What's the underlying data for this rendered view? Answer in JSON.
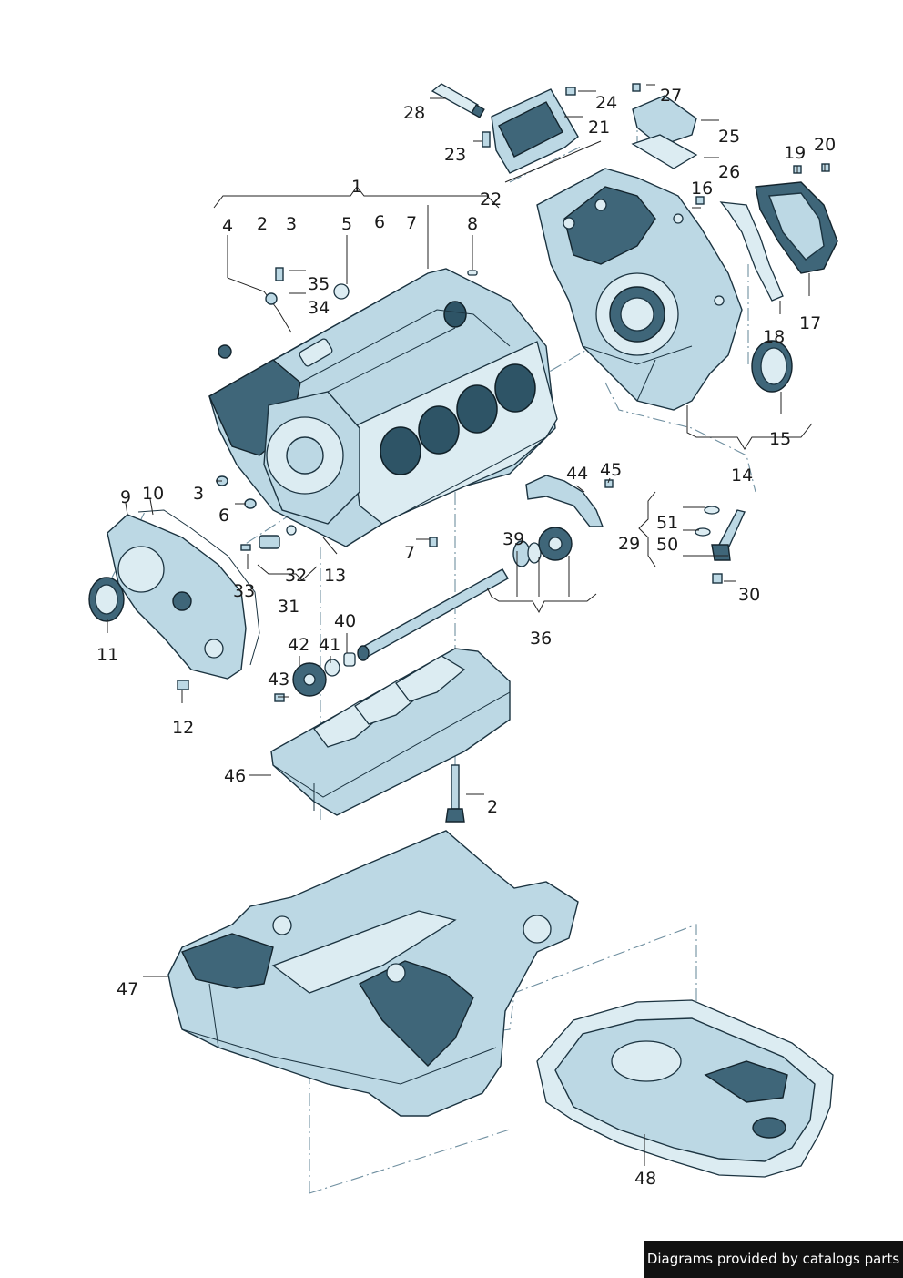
{
  "diagram": {
    "callouts": [
      {
        "id": "c1",
        "text": "1"
      },
      {
        "id": "c2",
        "text": "2"
      },
      {
        "id": "c3",
        "text": "3"
      },
      {
        "id": "c4",
        "text": "4"
      },
      {
        "id": "c5",
        "text": "5"
      },
      {
        "id": "c6",
        "text": "6"
      },
      {
        "id": "c7",
        "text": "7"
      },
      {
        "id": "c8",
        "text": "8"
      },
      {
        "id": "c2b",
        "text": "2"
      },
      {
        "id": "c3b",
        "text": "3"
      },
      {
        "id": "c6b",
        "text": "6"
      },
      {
        "id": "c7b",
        "text": "7"
      },
      {
        "id": "c9",
        "text": "9"
      },
      {
        "id": "c10",
        "text": "10"
      },
      {
        "id": "c11",
        "text": "11"
      },
      {
        "id": "c12",
        "text": "12"
      },
      {
        "id": "c13",
        "text": "13"
      },
      {
        "id": "c14",
        "text": "14"
      },
      {
        "id": "c15",
        "text": "15"
      },
      {
        "id": "c16",
        "text": "16"
      },
      {
        "id": "c17",
        "text": "17"
      },
      {
        "id": "c18",
        "text": "18"
      },
      {
        "id": "c19",
        "text": "19"
      },
      {
        "id": "c20",
        "text": "20"
      },
      {
        "id": "c21",
        "text": "21"
      },
      {
        "id": "c22",
        "text": "22"
      },
      {
        "id": "c23",
        "text": "23"
      },
      {
        "id": "c24",
        "text": "24"
      },
      {
        "id": "c25",
        "text": "25"
      },
      {
        "id": "c26",
        "text": "26"
      },
      {
        "id": "c27",
        "text": "27"
      },
      {
        "id": "c28",
        "text": "28"
      },
      {
        "id": "c29",
        "text": "29"
      },
      {
        "id": "c30",
        "text": "30"
      },
      {
        "id": "c31",
        "text": "31"
      },
      {
        "id": "c32",
        "text": "32"
      },
      {
        "id": "c33",
        "text": "33"
      },
      {
        "id": "c34",
        "text": "34"
      },
      {
        "id": "c35",
        "text": "35"
      },
      {
        "id": "c36",
        "text": "36"
      },
      {
        "id": "c39",
        "text": "39"
      },
      {
        "id": "c40",
        "text": "40"
      },
      {
        "id": "c41",
        "text": "41"
      },
      {
        "id": "c42",
        "text": "42"
      },
      {
        "id": "c43",
        "text": "43"
      },
      {
        "id": "c44",
        "text": "44"
      },
      {
        "id": "c45",
        "text": "45"
      },
      {
        "id": "c46",
        "text": "46"
      },
      {
        "id": "c47",
        "text": "47"
      },
      {
        "id": "c48",
        "text": "48"
      },
      {
        "id": "c50",
        "text": "50"
      },
      {
        "id": "c51",
        "text": "51"
      }
    ]
  },
  "footer": {
    "credit": "Diagrams provided by catalogs parts"
  },
  "colors": {
    "part_fill": "#bcd8e4",
    "part_shade": "#3f6679",
    "outline": "#1b3340",
    "centerline": "#6f8fa0",
    "credit_bg": "#111111"
  }
}
